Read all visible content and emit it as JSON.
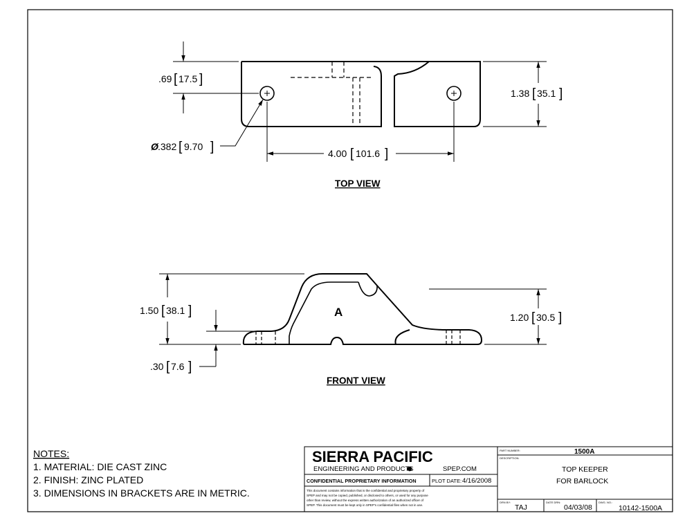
{
  "top_view": {
    "title": "TOP VIEW",
    "dims": {
      "offset": ".69",
      "offset_metric": "17.5",
      "hole_dia": ".382",
      "hole_dia_metric": "9.70",
      "hole_spacing": "4.00",
      "hole_spacing_metric": "101.6",
      "width": "1.38",
      "width_metric": "35.1"
    },
    "diameter_symbol": "Ø"
  },
  "front_view": {
    "title": "FRONT VIEW",
    "feature_label": "A",
    "dims": {
      "height": "1.50",
      "height_metric": "38.1",
      "base_thickness": ".30",
      "base_thickness_metric": "7.6",
      "inner_height": "1.20",
      "inner_height_metric": "30.5"
    }
  },
  "notes": {
    "header": "NOTES:",
    "items": [
      "1.  MATERIAL: DIE CAST ZINC",
      "2.  FINISH: ZINC PLATED",
      "3.  DIMENSIONS IN BRACKETS ARE IN METRIC."
    ]
  },
  "title_block": {
    "company": "SIERRA PACIFIC",
    "subtitle": "ENGINEERING AND PRODUCTS",
    "website": "SPEP.COM",
    "confidential": "CONFIDENTIAL PROPRIETARY INFORMATION",
    "plot_date_label": "PLOT DATE:",
    "plot_date": "4/16/2008",
    "disclaimer_lines": [
      "This document contains information that is the confidential and proprietary property of",
      "SPEP and may not be copied, published, or disclosed to others, or used for any purpose",
      "other than review, without the express written authorization of an authorized officer of",
      "SPEP. This document must be kept only in SPEP's confidential files when not in use."
    ],
    "part_number_label": "PART NUMBER:",
    "part_number": "1500A",
    "description_label": "DESCRIPTION:",
    "description_lines": [
      "TOP KEEPER",
      "FOR BARLOCK"
    ],
    "drawn_by_label": "DRN BY:",
    "drawn_by": "TAJ",
    "date_drawn_label": "DATE DRN:",
    "date_drawn": "04/03/08",
    "dwg_no_label": "DWG. NO.:",
    "dwg_no": "10142-1500A"
  }
}
